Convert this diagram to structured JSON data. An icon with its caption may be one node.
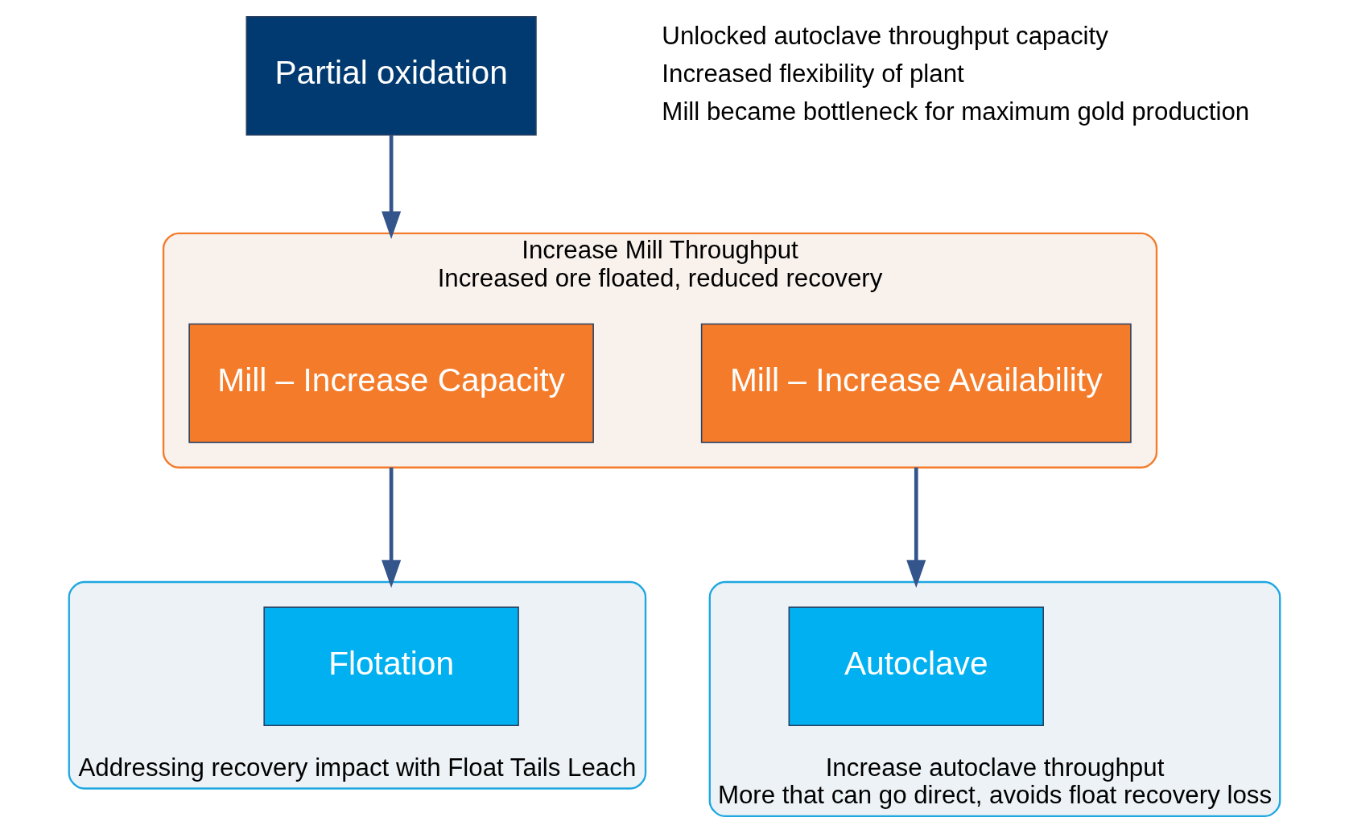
{
  "diagram": {
    "nodes": [
      {
        "text": [
          "Partial oxidation"
        ]
      },
      {
        "text": [
          "Increase Mill Throughput",
          "Increased ore floated, reduced recovery"
        ]
      },
      {
        "text": [
          "Mill – Increase Capacity"
        ],
        "in": 1
      },
      {
        "text": [
          "Mill – Increase Availability"
        ],
        "in": 1
      },
      {
        "text": [
          "Addressing recovery impact with Float Tails Leach"
        ]
      },
      {
        "text": [
          "Flotation"
        ],
        "in": 4
      },
      {
        "text": [
          "Increase autoclave throughput",
          "More that can go direct, avoids float recovery loss"
        ]
      },
      {
        "text": [
          "Autoclave"
        ],
        "in": 6
      }
    ],
    "edges": [
      {
        "from": 0,
        "to": 1,
        "arrow": "to"
      },
      {
        "from": 1,
        "to": 4,
        "arrow": "to"
      },
      {
        "from": 1,
        "to": 6,
        "arrow": "to"
      }
    ],
    "labels": [
      "Unlocked autoclave throughput capacity",
      "Increased flexibility of plant",
      "Mill became bottleneck for maximum gold production"
    ]
  }
}
